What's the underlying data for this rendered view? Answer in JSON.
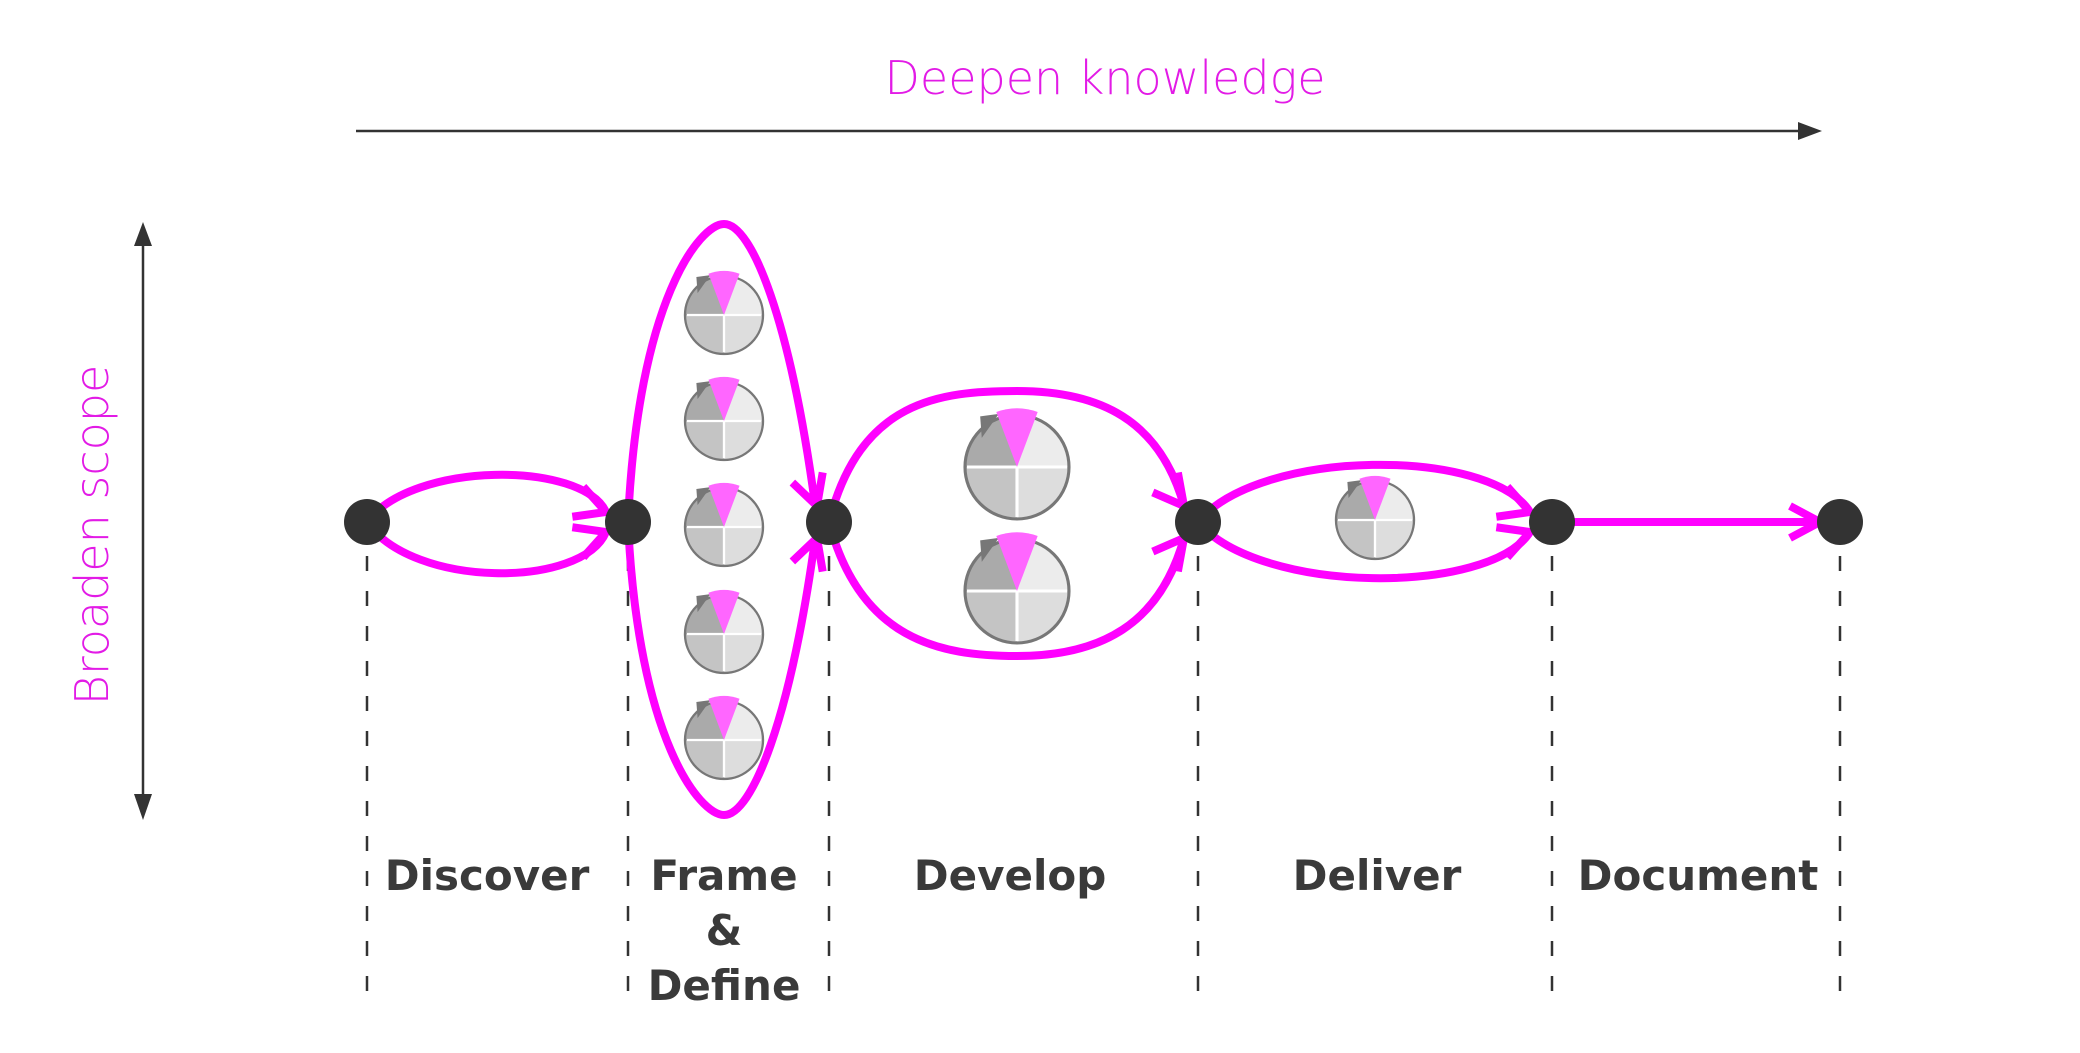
{
  "axes": {
    "horizontal_label": "Deepen knowledge",
    "vertical_label": "Broaden scope"
  },
  "colors": {
    "accent": "#ff00ff",
    "accent_light": "#ff66ff",
    "label_accent": "#e21be6",
    "node": "#333333",
    "axis": "#333333",
    "phase_text": "#3a3a3a",
    "pie_quadrants": [
      "#aaaaaa",
      "#ececec",
      "#c4c4c4",
      "#dddddd"
    ],
    "pie_outline": "#777777",
    "pointer": "#777777"
  },
  "phases": [
    {
      "id": "discover",
      "label_lines": [
        "Discover"
      ],
      "pie_count": 0,
      "paths": 2
    },
    {
      "id": "frame-define",
      "label_lines": [
        "Frame",
        "&",
        "Define"
      ],
      "pie_count": 5,
      "paths": 2
    },
    {
      "id": "develop",
      "label_lines": [
        "Develop"
      ],
      "pie_count": 2,
      "paths": 2
    },
    {
      "id": "deliver",
      "label_lines": [
        "Deliver"
      ],
      "pie_count": 1,
      "paths": 2
    },
    {
      "id": "document",
      "label_lines": [
        "Document"
      ],
      "pie_count": 0,
      "paths": 1
    }
  ],
  "nodes": 6,
  "icons": {
    "node": "milestone-node-icon",
    "pie": "pie-chart-progress-icon",
    "arrow": "flow-arrow-icon"
  }
}
